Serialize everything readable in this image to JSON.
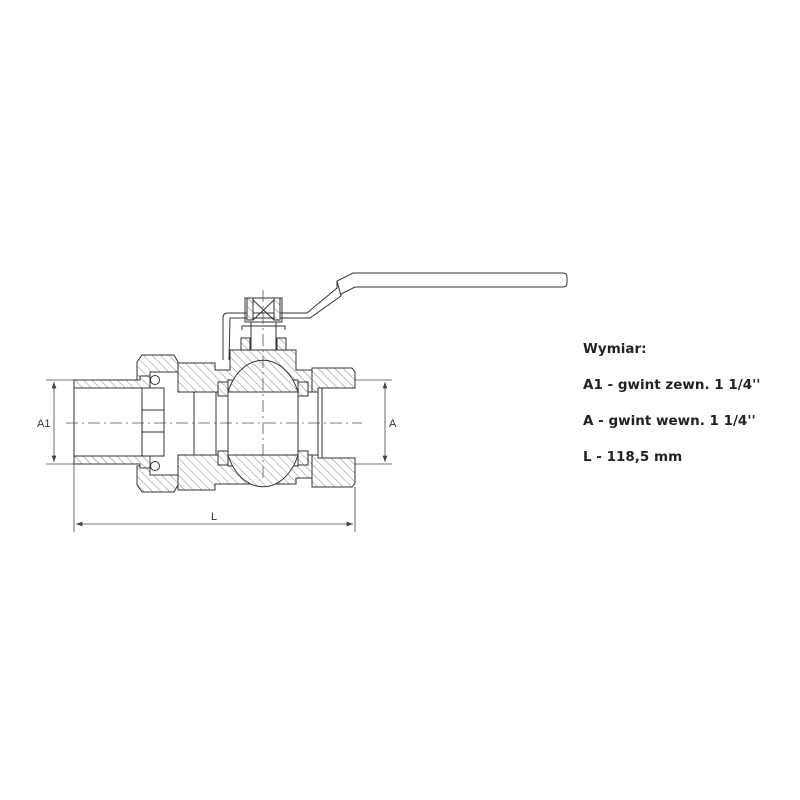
{
  "drawing": {
    "labels": {
      "a1": "A1",
      "a": "A",
      "l": "L"
    }
  },
  "specs": {
    "title": "Wymiar:",
    "items": [
      "A1 - gwint zewn. 1 1/4''",
      "A - gwint wewn. 1 1/4''",
      "L - 118,5 mm"
    ]
  }
}
